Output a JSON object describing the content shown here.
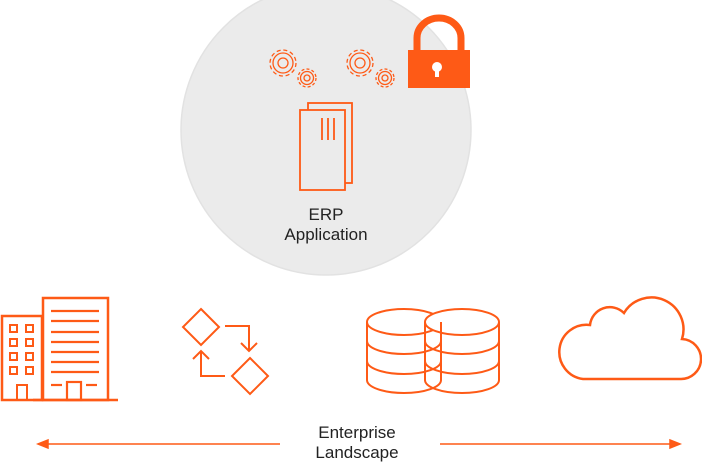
{
  "colors": {
    "accent": "#fe5a16",
    "circle": "#ebebeb",
    "text": "#222222"
  },
  "erp": {
    "line1": "ERP",
    "line2": "Application"
  },
  "landscape": {
    "line1": "Enterprise",
    "line2": "Landscape"
  },
  "icons": [
    "gears-icon",
    "gears-icon",
    "lock-icon",
    "document-icon",
    "building-icon",
    "workflow-icon",
    "database-icon",
    "cloud-icon",
    "arrow-left-icon",
    "arrow-right-icon"
  ]
}
